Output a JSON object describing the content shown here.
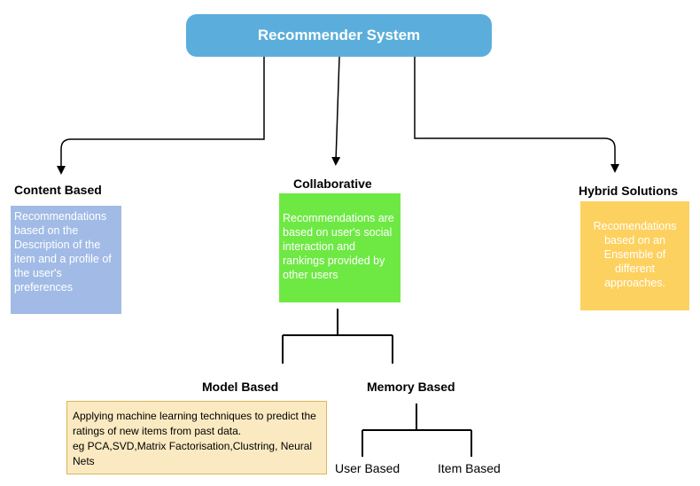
{
  "root": {
    "label": "Recommender System",
    "color": "#5baedb"
  },
  "branches": {
    "content_based": {
      "title": "Content Based",
      "description": "Recommendations based on the Description of the item and a profile of the user's preferences",
      "color": "#a1bbe6"
    },
    "collaborative": {
      "title": "Collaborative",
      "description": "Recommendations are based on user's social interaction and rankings provided by other users",
      "color": "#6ee944"
    },
    "hybrid": {
      "title": "Hybrid Solutions",
      "description": "Recomendations based on an Ensemble of different approaches.",
      "color": "#fdd15f"
    }
  },
  "collaborative_children": {
    "model_based": {
      "title": "Model Based",
      "description_line1": "Applying machine learning techniques to predict the ratings of new items from past data.",
      "description_line2": "eg PCA,SVD,Matrix Factorisation,Clustring, Neural Nets",
      "color": "#fbeac1"
    },
    "memory_based": {
      "title": "Memory Based",
      "children": [
        "User Based",
        "Item Based"
      ]
    }
  }
}
